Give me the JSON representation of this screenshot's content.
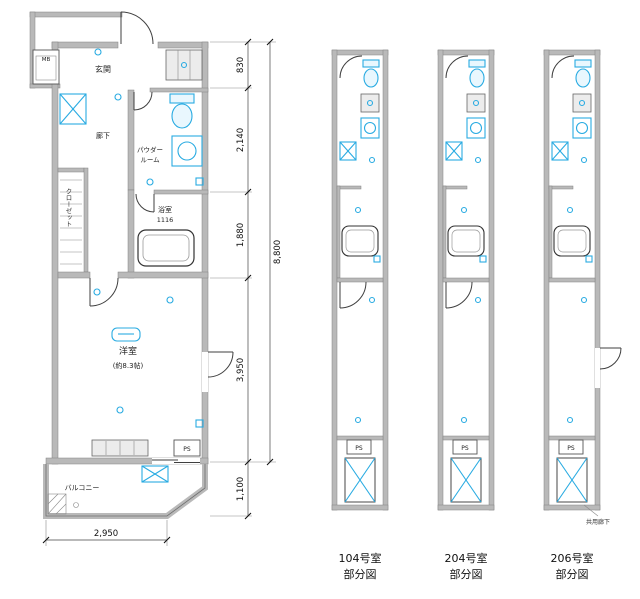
{
  "colors": {
    "accent": "#29abe2",
    "wall_gray": "#b9b9b9",
    "line_dark": "#3f3f3f"
  },
  "main_plan": {
    "labels": {
      "meter_box": "MB",
      "entrance": "玄関",
      "corridor": "廊下",
      "powder_line1": "パウダー",
      "powder_line2": "ルーム",
      "bath": "浴室",
      "bath_size": "1116",
      "closet": "クローゼット",
      "room": "洋室",
      "room_size": "(約8.3帖)",
      "balcony": "バルコニー",
      "ps": "PS"
    },
    "dimensions": {
      "width_bottom": "2,950",
      "height_segments": [
        "830",
        "2,140",
        "1,880",
        "3,950",
        "1,100"
      ],
      "height_total": "8,800"
    }
  },
  "partial_plans": [
    {
      "room_no": "104号室",
      "caption": "部分図"
    },
    {
      "room_no": "204号室",
      "caption": "部分図"
    },
    {
      "room_no": "206号室",
      "caption": "部分図"
    }
  ],
  "annotation": {
    "note": "共用廊下"
  }
}
